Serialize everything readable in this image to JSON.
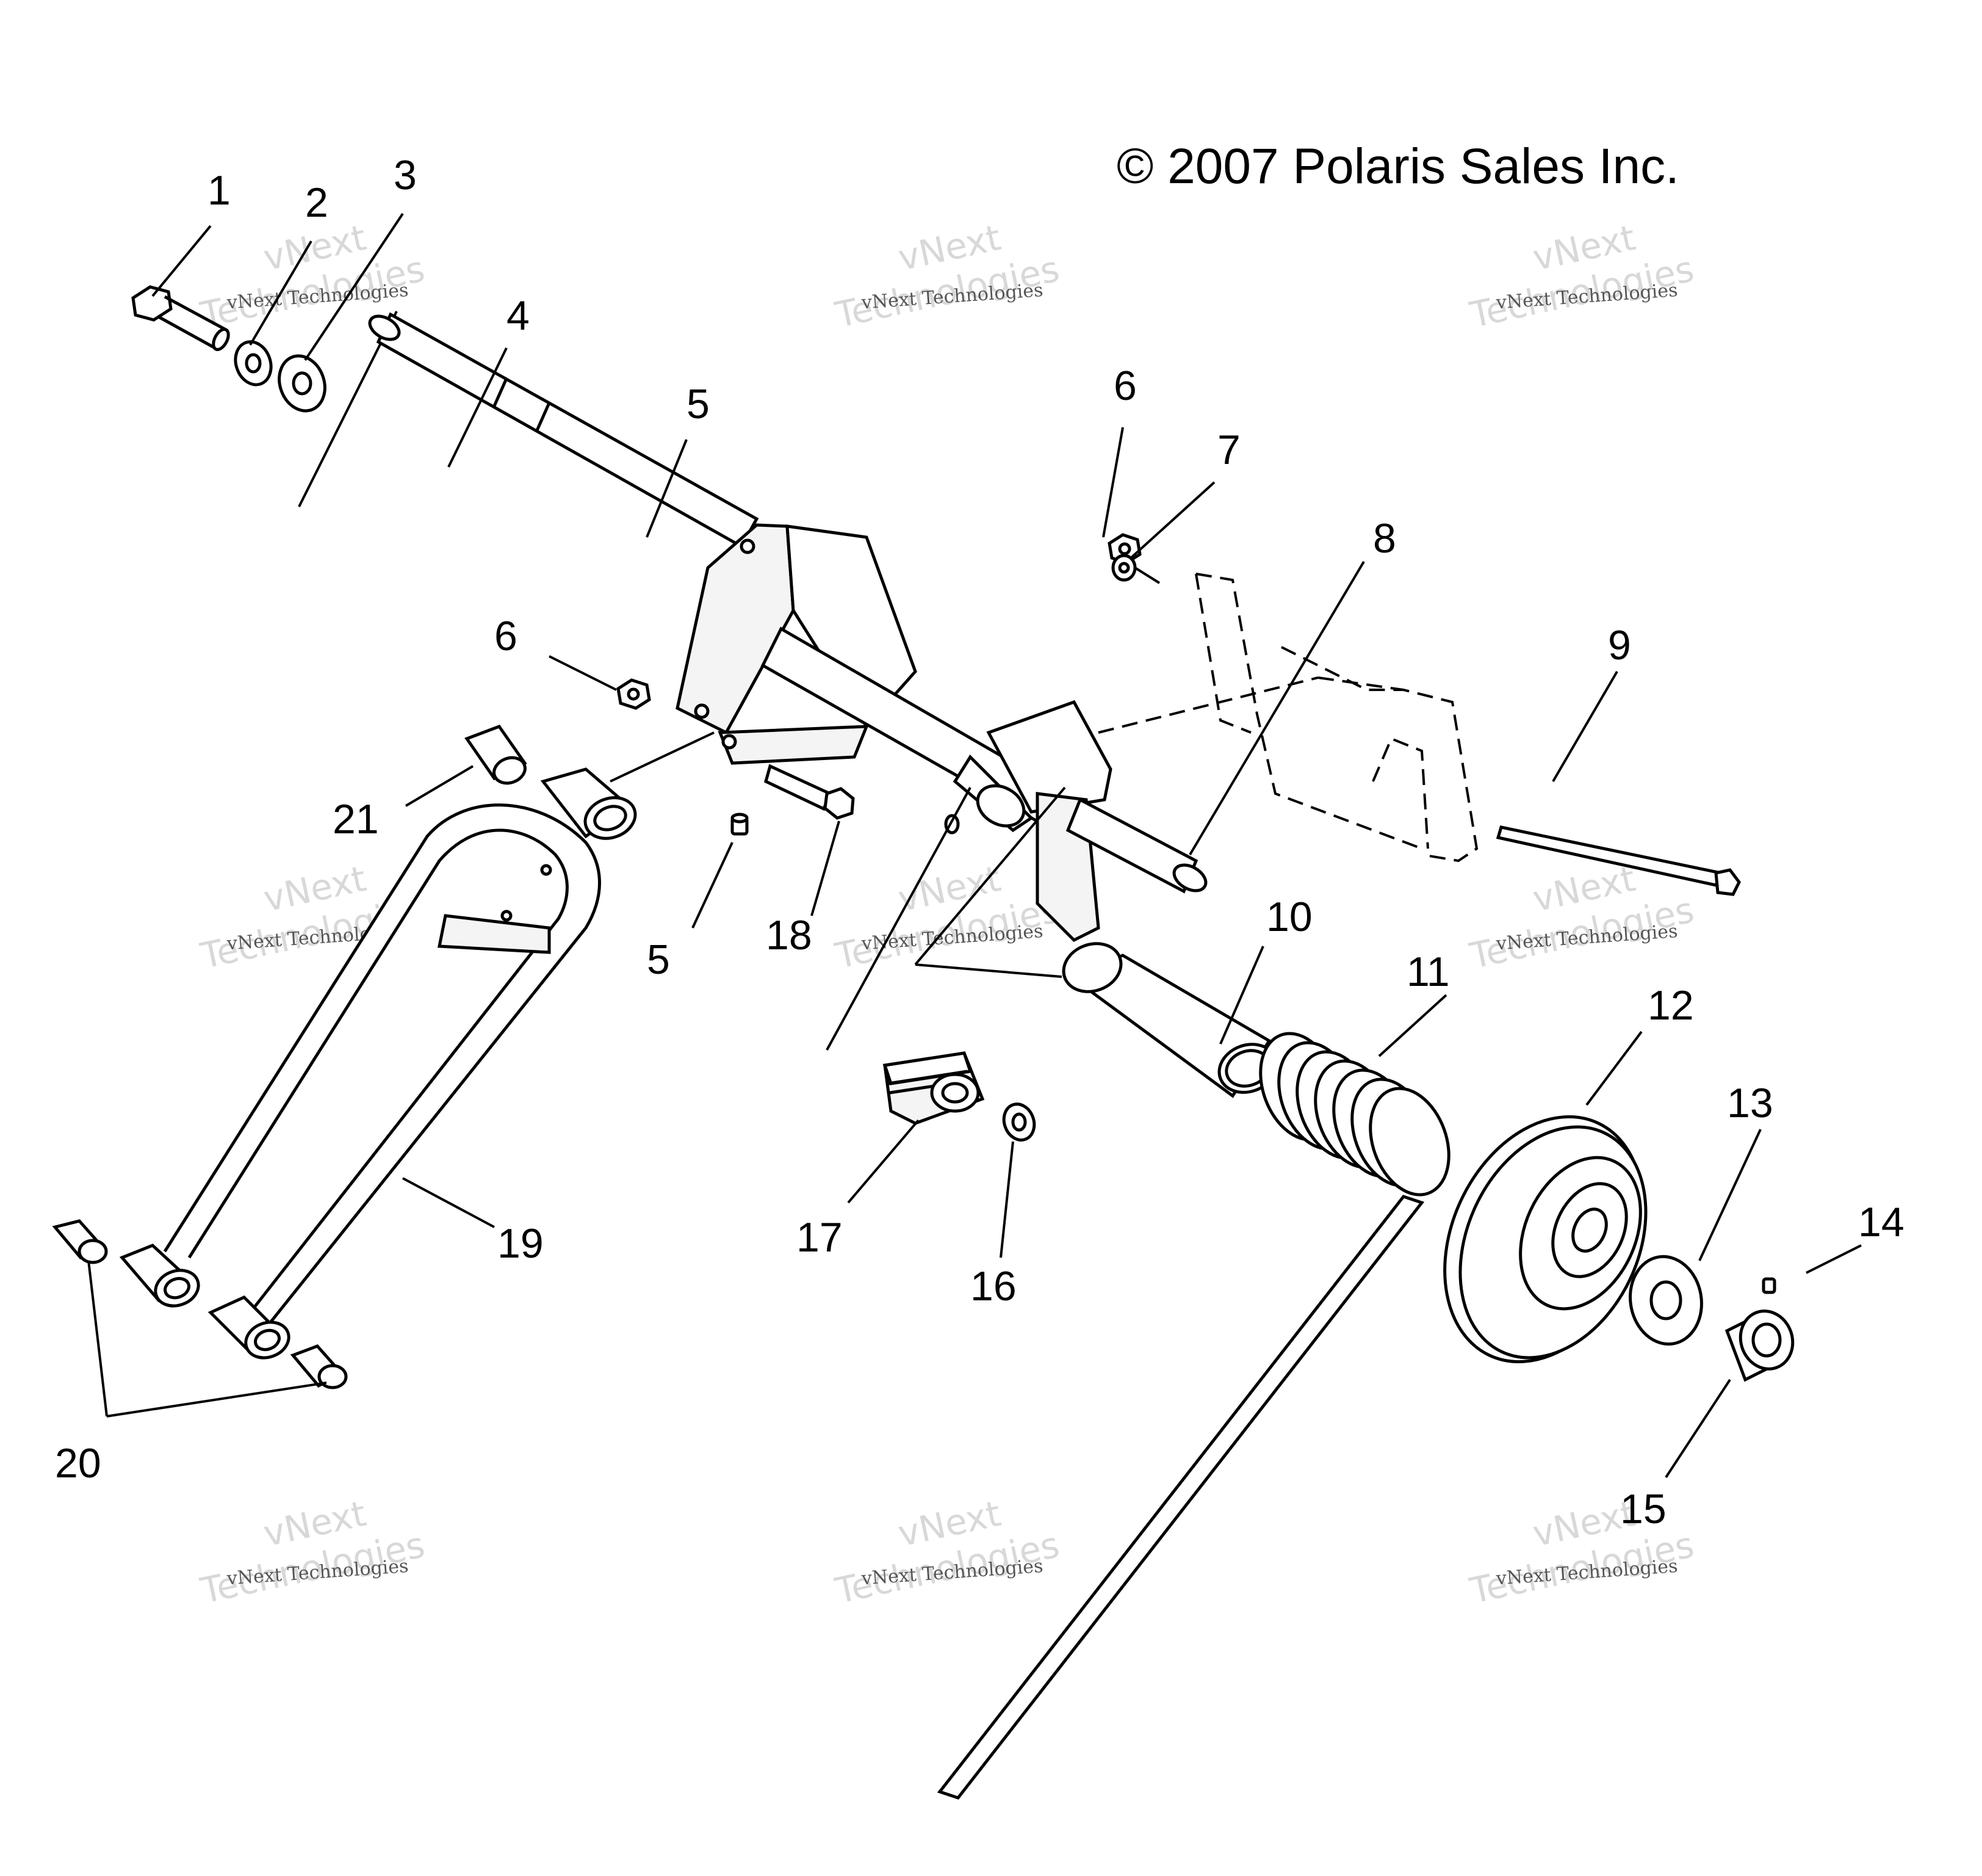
{
  "diagram": {
    "copyright": "© 2007 Polaris Sales Inc.",
    "callouts": [
      "1",
      "2",
      "3",
      "4",
      "5",
      "6",
      "7",
      "8",
      "9",
      "10",
      "11",
      "12",
      "13",
      "14",
      "15",
      "16",
      "17",
      "18",
      "19",
      "20",
      "21"
    ],
    "extra_callouts": {
      "five_b": "5",
      "six_b": "6"
    },
    "watermark": {
      "small": "vNext Technologies",
      "big_line1": "vNext",
      "big_line2": "Technologies"
    }
  }
}
